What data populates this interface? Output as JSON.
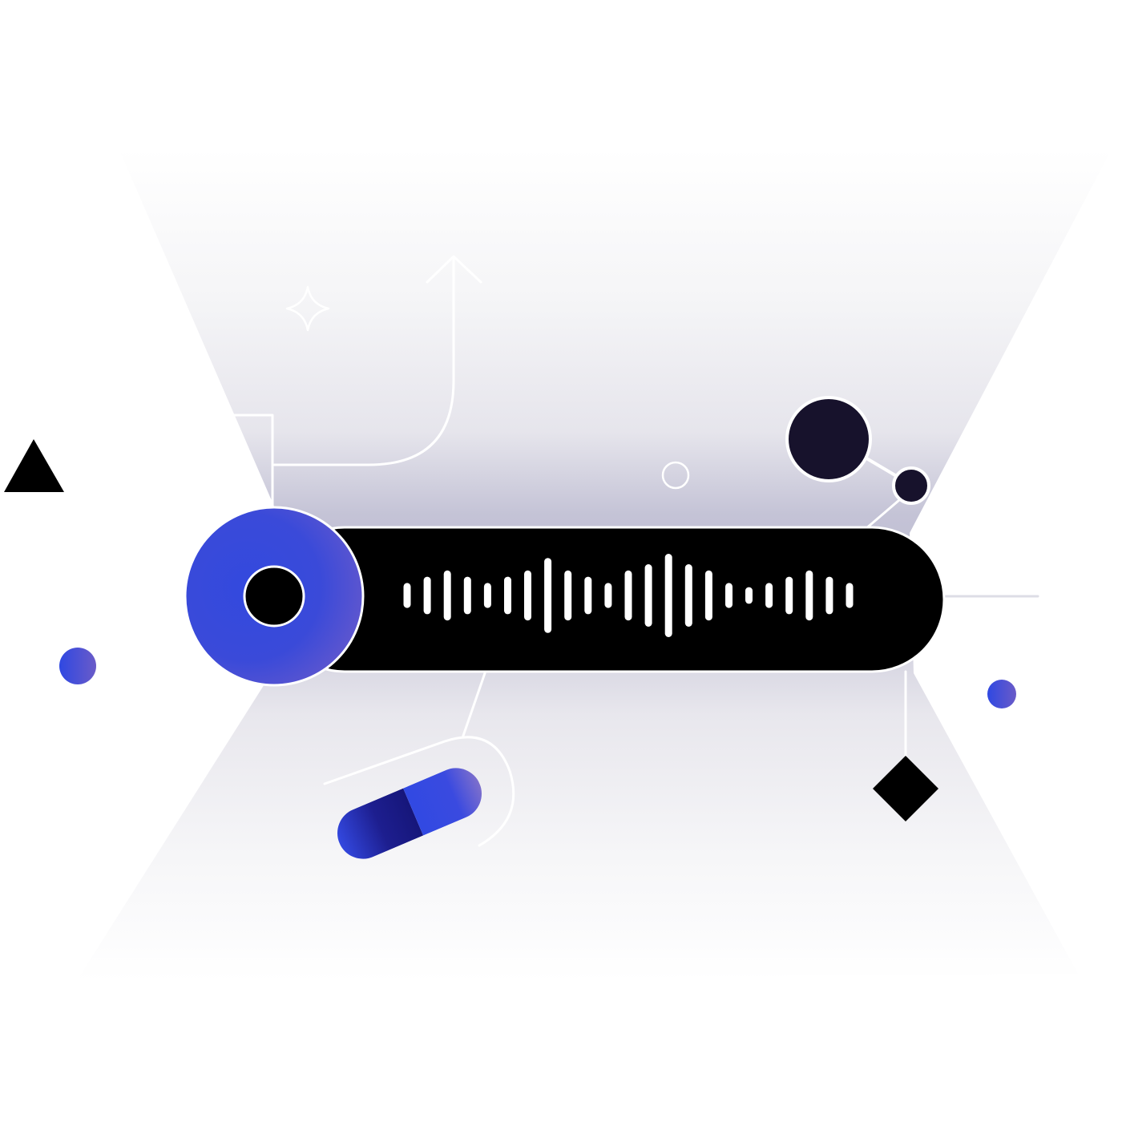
{
  "illustration": {
    "theme": "voice-recording-pill",
    "colors": {
      "background": "#ffffff",
      "haze_light": "#f7f7f9",
      "haze_dark": "#c3c2d6",
      "bar": "#000000",
      "accent_blue": "#324ade",
      "accent_purple": "#5b55cc",
      "deep_navy": "#1b1d8a",
      "dark_orb": "#17122c",
      "waveform": "#ffffff",
      "line": "#ffffff"
    },
    "waveform": {
      "bar_levels": [
        0.3,
        0.45,
        0.6,
        0.45,
        0.3,
        0.45,
        0.6,
        0.9,
        0.6,
        0.45,
        0.3,
        0.6,
        0.75,
        1.0,
        0.75,
        0.6,
        0.3,
        0.2,
        0.3,
        0.45,
        0.6,
        0.45,
        0.3
      ]
    },
    "icons": [
      "record-icon",
      "waveform-icon",
      "sparkle-icon",
      "arrow-up-icon",
      "triangle-icon",
      "diamond-icon",
      "capsule-icon",
      "molecule-icon"
    ]
  }
}
